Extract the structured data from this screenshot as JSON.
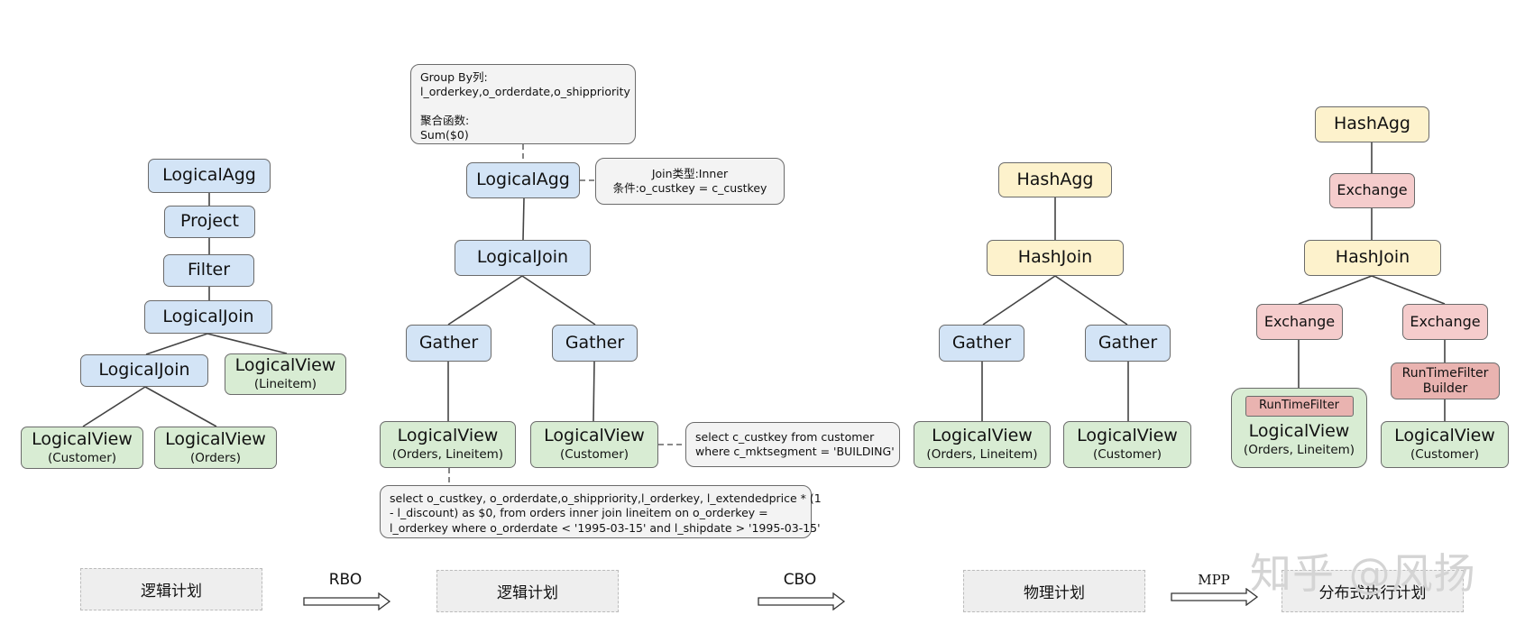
{
  "col1": {
    "logical_agg": "LogicalAgg",
    "project": "Project",
    "filter": "Filter",
    "logical_join_top": "LogicalJoin",
    "logical_join_inner": "LogicalJoin",
    "view_lineitem": {
      "title": "LogicalView",
      "sub": "(Lineitem)"
    },
    "view_customer": {
      "title": "LogicalView",
      "sub": "(Customer)"
    },
    "view_orders": {
      "title": "LogicalView",
      "sub": "(Orders)"
    }
  },
  "col2": {
    "group_by_note": [
      "Group By列:",
      "l_orderkey,o_orderdate,o_shippriority",
      "",
      "聚合函数:",
      "Sum($0)"
    ],
    "join_note": [
      "Join类型:Inner",
      "条件:o_custkey = c_custkey"
    ],
    "logical_agg": "LogicalAgg",
    "logical_join": "LogicalJoin",
    "gather_left": "Gather",
    "gather_right": "Gather",
    "view_orders_lineitem": {
      "title": "LogicalView",
      "sub": "(Orders, Lineitem)"
    },
    "view_customer": {
      "title": "LogicalView",
      "sub": "(Customer)"
    },
    "customer_sql_note": [
      "select c_custkey from customer",
      "where c_mktsegment = 'BUILDING'"
    ],
    "orders_sql_note": [
      "select o_custkey, o_orderdate,o_shippriority,l_orderkey, l_extendedprice * (1",
      "- l_discount) as $0, from orders inner join lineitem on o_orderkey =",
      "l_orderkey where o_orderdate < '1995-03-15' and l_shipdate > '1995-03-15'"
    ]
  },
  "col3": {
    "hash_agg": "HashAgg",
    "hash_join": "HashJoin",
    "gather_left": "Gather",
    "gather_right": "Gather",
    "view_orders_lineitem": {
      "title": "LogicalView",
      "sub": "(Orders, Lineitem)"
    },
    "view_customer": {
      "title": "LogicalView",
      "sub": "(Customer)"
    }
  },
  "col4": {
    "hash_agg": "HashAgg",
    "exchange_top": "Exchange",
    "hash_join": "HashJoin",
    "exchange_left": "Exchange",
    "exchange_right": "Exchange",
    "runtime_filter": "RunTimeFilter",
    "runtime_filter_builder": [
      "RunTimeFilter",
      "Builder"
    ],
    "view_orders_lineitem": {
      "title": "LogicalView",
      "sub": "(Orders, Lineitem)"
    },
    "view_customer": {
      "title": "LogicalView",
      "sub": "(Customer)"
    }
  },
  "stages": {
    "logical_plan_1": "逻辑计划",
    "rbo": "RBO",
    "logical_plan_2": "逻辑计划",
    "cbo": "CBO",
    "physical_plan": "物理计划",
    "mpp": "MPP",
    "distributed_plan": "分布式执行计划"
  },
  "watermark": "知乎 @风扬",
  "colors": {
    "blue_node": "#d3e4f6",
    "green_node": "#d8ecd3",
    "yellow_node": "#fdf2cc",
    "red_node": "#f5cccc",
    "note_bg": "#f3f3f3"
  }
}
